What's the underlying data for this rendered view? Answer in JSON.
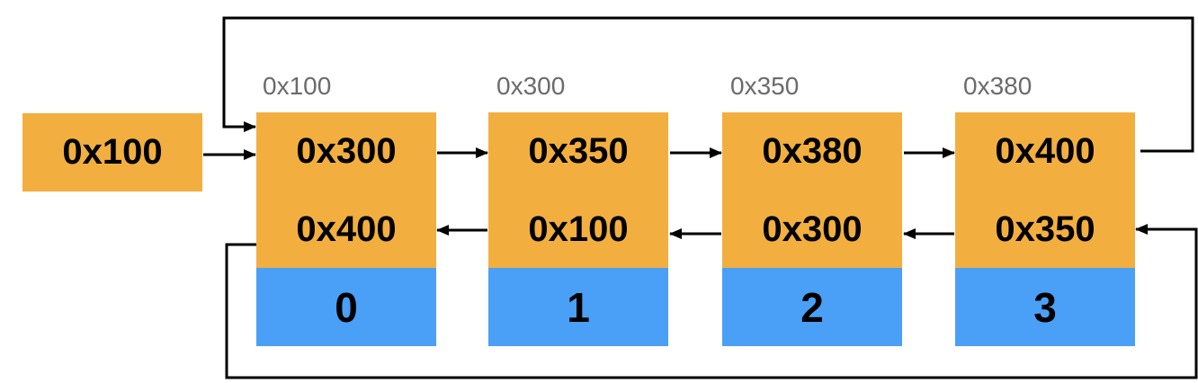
{
  "colors": {
    "node": "#F2AF3F",
    "index": "#4A9FF7",
    "line": "#000000",
    "address": "#6B6B6B"
  },
  "head": {
    "value": "0x100"
  },
  "nodes": [
    {
      "address": "0x100",
      "next": "0x300",
      "prev": "0x400",
      "index": "0"
    },
    {
      "address": "0x300",
      "next": "0x350",
      "prev": "0x100",
      "index": "1"
    },
    {
      "address": "0x350",
      "next": "0x380",
      "prev": "0x300",
      "index": "2"
    },
    {
      "address": "0x380",
      "next": "0x400",
      "prev": "0x350",
      "index": "3"
    }
  ]
}
